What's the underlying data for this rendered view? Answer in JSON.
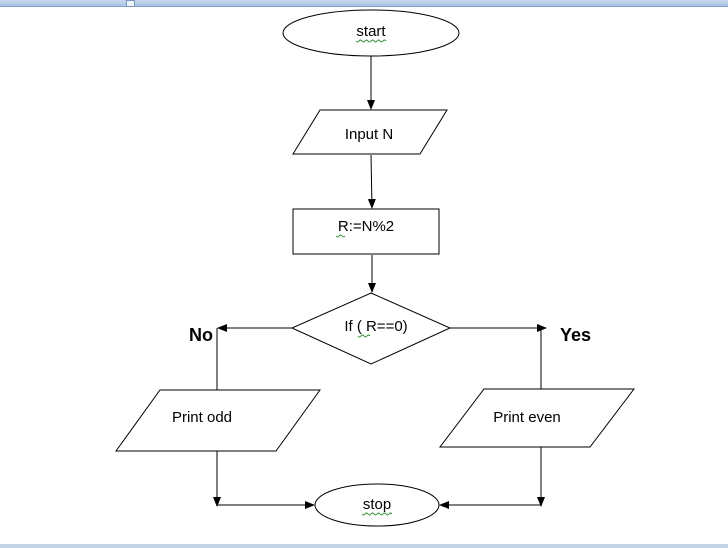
{
  "diagram": {
    "nodes": {
      "start": "start",
      "input": "Input N",
      "compute": "R:=N%2",
      "decision": "If ( R==0)",
      "print_odd": "Print odd",
      "print_even": "Print even",
      "stop": "stop"
    },
    "branches": {
      "no": "No",
      "yes": "Yes"
    }
  }
}
